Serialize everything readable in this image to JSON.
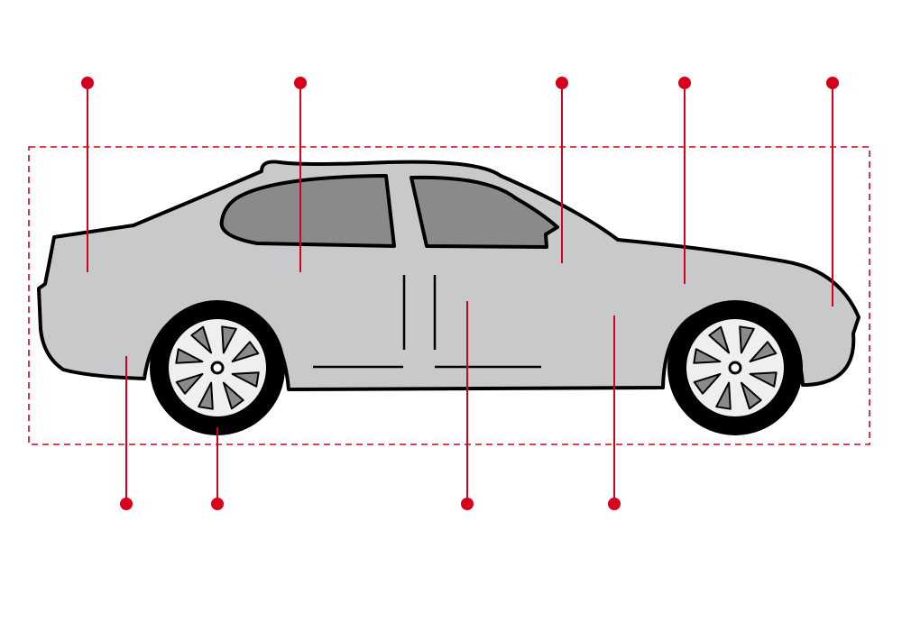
{
  "diagram": {
    "subject": "car-side-view",
    "colors": {
      "body": "#c8c9cb",
      "outline": "#000000",
      "glass": "#8a8a8b",
      "tire": "#000000",
      "rim": "#efefef",
      "callout": "#d6001c",
      "frame": "#d6001c",
      "background": "#ffffff"
    },
    "frame": {
      "style": "dashed"
    },
    "callouts_top": [
      {
        "id": "rear-bumper"
      },
      {
        "id": "rear-window"
      },
      {
        "id": "front-door-window"
      },
      {
        "id": "hood"
      },
      {
        "id": "front-bumper"
      }
    ],
    "callouts_bottom": [
      {
        "id": "rear-quarter-panel"
      },
      {
        "id": "rear-wheel"
      },
      {
        "id": "door-sill"
      },
      {
        "id": "front-fender"
      }
    ]
  }
}
